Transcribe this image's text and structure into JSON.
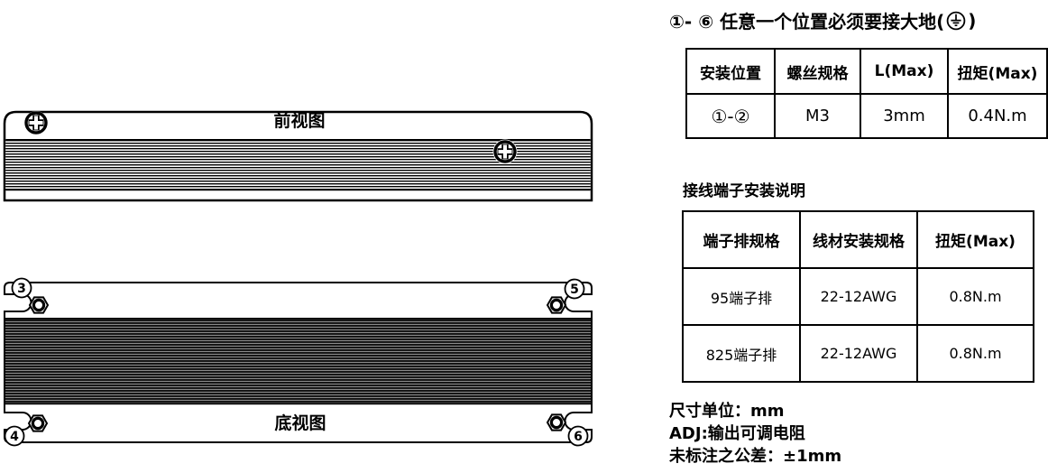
{
  "title": {
    "prefix": "①- ⑥ 任意一个位置必须要接大地(",
    "suffix": ")"
  },
  "icons": {
    "ground": "protective-earth-icon",
    "screw": "phillips-screw-icon",
    "mount_hole": "hex-nut-icon"
  },
  "front_view": {
    "label": "前视图"
  },
  "bottom_view": {
    "label": "底视图",
    "callouts": [
      {
        "num": "3"
      },
      {
        "num": "5"
      },
      {
        "num": "4"
      },
      {
        "num": "6"
      }
    ]
  },
  "screw_table": {
    "headers": [
      "安装位置",
      "螺丝规格",
      "L(Max)",
      "扭矩(Max)"
    ],
    "rows": [
      [
        "①-②",
        "M3",
        "3mm",
        "0.4N.m"
      ]
    ]
  },
  "terminal_section": {
    "title": "接线端子安装说明",
    "table": {
      "headers": [
        "端子排规格",
        "线材安装规格",
        "扭矩(Max)"
      ],
      "rows": [
        [
          "95端子排",
          "22-12AWG",
          "0.8N.m"
        ],
        [
          "825端子排",
          "22-12AWG",
          "0.8N.m"
        ]
      ]
    }
  },
  "notes": {
    "line1": "尺寸单位：mm",
    "line2": "ADJ:输出可调电阻",
    "line3": "未标注之公差：±1mm"
  },
  "colors": {
    "ink": "#000000",
    "paper": "#ffffff",
    "fin_dark": "#111111",
    "fin_gray": "#8a8a8a"
  }
}
